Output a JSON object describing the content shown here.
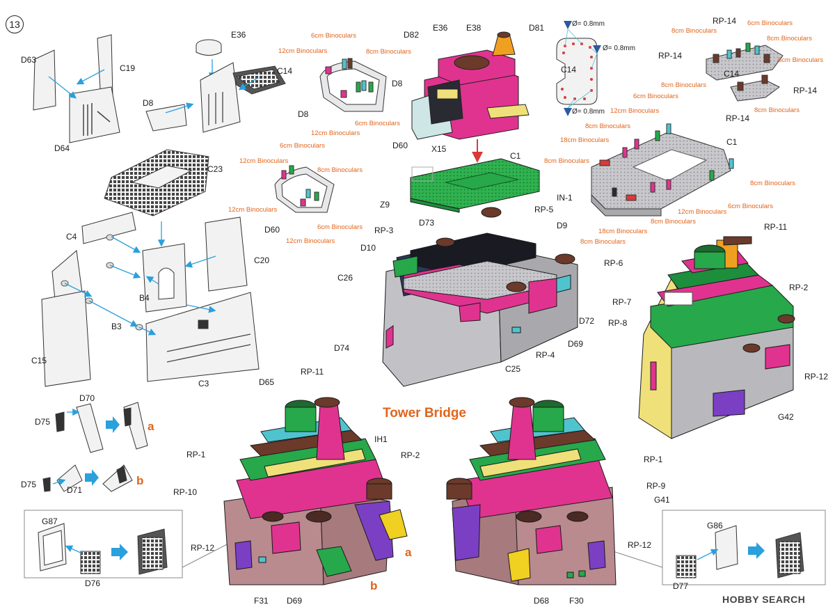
{
  "step_number": "13",
  "title": "Tower Bridge",
  "watermark": "HOBBY SEARCH",
  "colors": {
    "magenta": "#e0338f",
    "green": "#27a84a",
    "brown": "#6b3a2a",
    "grey": "#b9b9bd",
    "dark": "#2a2a33",
    "yellow": "#f0e07a",
    "teal": "#4fc4cf",
    "purple": "#7b3fc4",
    "orange": "#f0a020",
    "red": "#d83a3a",
    "arrow": "#2aa0dc",
    "accent": "#e0641b"
  },
  "thickness": [
    "Ø= 0.8mm",
    "Ø= 0.8mm",
    "Ø= 0.8mm"
  ],
  "variants": [
    "a",
    "b",
    "a",
    "b"
  ],
  "part_labels": [
    "D63",
    "C19",
    "D64",
    "E36",
    "C14",
    "D8",
    "C23",
    "C4",
    "C20",
    "B4",
    "B3",
    "C15",
    "C3",
    "D82",
    "E36",
    "E38",
    "D81",
    "D8",
    "D60",
    "X15",
    "C1",
    "Z9",
    "D8",
    "D60",
    "C14",
    "RP-14",
    "RP-14",
    "RP-14",
    "RP-14",
    "C14",
    "C1",
    "IN-1",
    "RP-5",
    "D73",
    "RP-3",
    "D10",
    "D9",
    "RP-6",
    "C26",
    "D74",
    "C25",
    "RP-4",
    "D69",
    "D72",
    "RP-11",
    "RP-7",
    "RP-8",
    "RP-2",
    "RP-12",
    "G42",
    "D70",
    "D75",
    "D75",
    "D71",
    "G87",
    "D76",
    "D65",
    "RP-11",
    "IH1",
    "RP-2",
    "RP-1",
    "RP-10",
    "RP-12",
    "F31",
    "D69",
    "RP-1",
    "RP-9",
    "G41",
    "RP-12",
    "D68",
    "F30",
    "G86",
    "D77"
  ],
  "binocular_labels": [
    "6cm Binoculars",
    "12cm Binoculars",
    "8cm Binoculars",
    "12cm Binoculars",
    "6cm Binoculars",
    "6cm Binoculars",
    "12cm Binoculars",
    "8cm Binoculars",
    "12cm Binoculars",
    "6cm Binoculars",
    "12cm Binoculars",
    "8cm Binoculars",
    "6cm Binoculars",
    "8cm Binoculars",
    "6cm Binoculars",
    "8cm Binoculars",
    "8cm Binoculars",
    "6cm Binoculars",
    "12cm Binoculars",
    "8cm Binoculars",
    "18cm Binoculars",
    "8cm Binoculars",
    "8cm Binoculars",
    "6cm Binoculars",
    "12cm Binoculars",
    "8cm Binoculars",
    "18cm Binoculars",
    "8cm Binoculars"
  ]
}
